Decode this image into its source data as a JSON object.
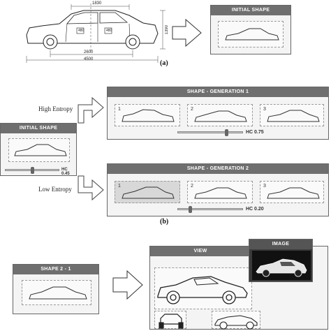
{
  "panel_a": {
    "blueprint_dims": {
      "top": "1830",
      "height": "1390",
      "wheelbase": "2600",
      "length": "4500"
    },
    "blueprint_labels": {
      "front": "480",
      "rear": "480"
    },
    "initial_title": "INITIAL SHAPE",
    "caption": "(a)"
  },
  "panel_b": {
    "high_entropy": "High Entropy",
    "low_entropy": "Low Entropy",
    "initial_title": "INITIAL SHAPE",
    "initial_hc": "HC  0.45",
    "gen1_title": "SHAPE - GENERATION  1",
    "gen1_hc": "HC  0.75",
    "gen2_title": "SHAPE - GENERATION  2",
    "gen2_hc": "HC  0.20",
    "cell_numbers": [
      "1",
      "2",
      "3"
    ],
    "caption": "(b)",
    "slider_positions": {
      "initial": 0.45,
      "gen1": 0.75,
      "gen2": 0.2
    }
  },
  "panel_c": {
    "shape_title": "SHAPE  2 - 1",
    "view_title": "VIEW",
    "image_title": "IMAGE"
  }
}
